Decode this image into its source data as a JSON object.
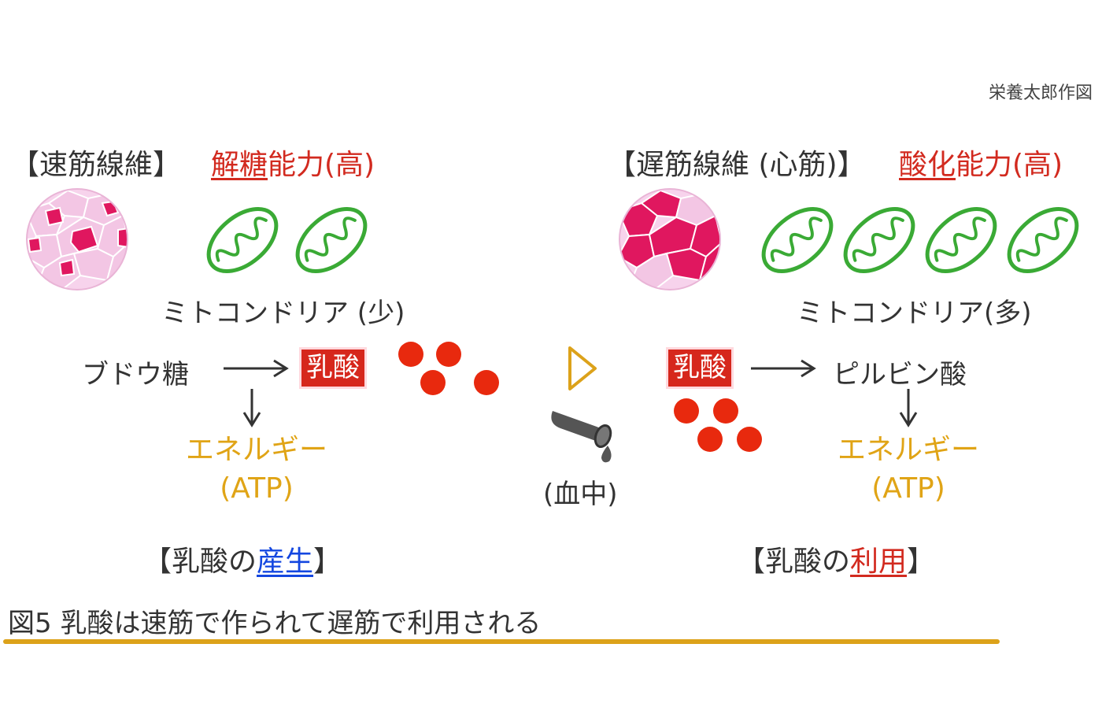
{
  "credit": "栄養太郎作図",
  "fast": {
    "title": "【速筋線維】",
    "capacity": {
      "underlined": "解糖",
      "rest": "能力(高)"
    },
    "mito_label": "ミトコンドリア (少)",
    "glucose": "ブドウ糖",
    "lactate": "乳酸",
    "energy_line1": "エネルギー",
    "energy_line2": "(ATP)",
    "role": {
      "prefix": "【乳酸の",
      "emph": "産生",
      "suffix": "】"
    }
  },
  "blood": {
    "label": "(血中)"
  },
  "slow": {
    "title": "【遅筋線維 (心筋)】",
    "capacity": {
      "underlined": "酸化",
      "rest": "能力(高)"
    },
    "mito_label": "ミトコンドリア(多)",
    "lactate": "乳酸",
    "pyruvate": "ピルビン酸",
    "energy_line1": "エネルギー",
    "energy_line2": "(ATP)",
    "role": {
      "prefix": "【乳酸の",
      "emph": "利用",
      "suffix": "】"
    }
  },
  "caption": "図5 乳酸は速筋で作られて遅筋で利用される",
  "colors": {
    "red": "#d22a1f",
    "gold": "#e0a416",
    "blue": "#1447e0",
    "mito_green": "#3aaa35",
    "fiber_pink": "#f3c6e4",
    "fiber_magenta": "#e0175f",
    "lactate_dot": "#e8290e"
  },
  "icons": [
    "muscle-fiber-icon",
    "mitochondria-icon",
    "lactate-molecule-icon",
    "blood-vessel-icon",
    "play-triangle-icon",
    "arrow-right-icon",
    "arrow-down-icon"
  ]
}
